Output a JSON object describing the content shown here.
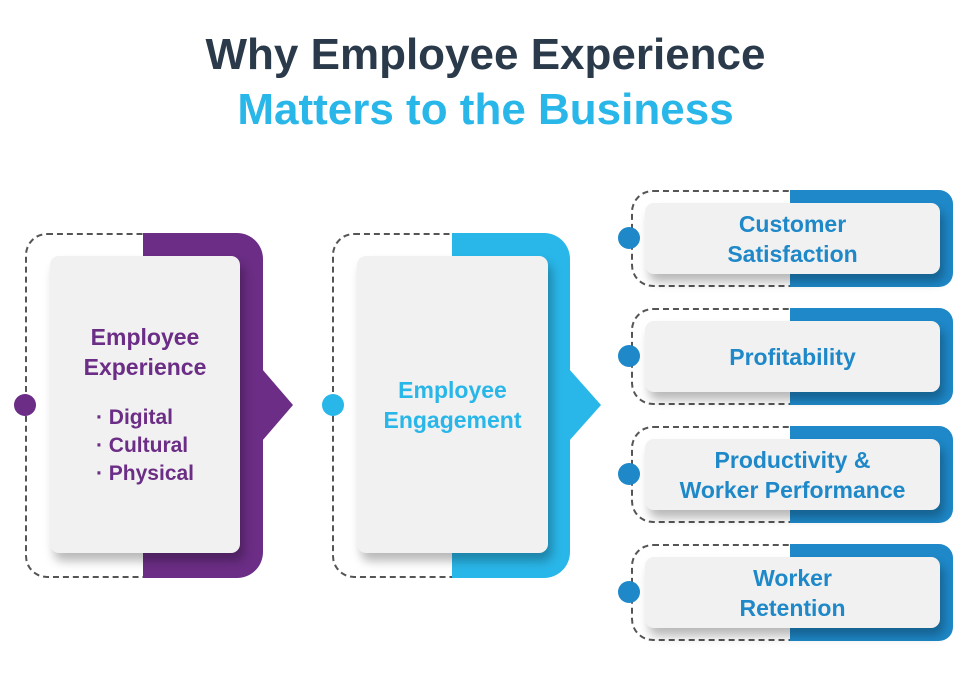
{
  "title": {
    "line1": "Why Employee Experience",
    "line2": "Matters to the Business"
  },
  "colors": {
    "dark": "#2a3a4a",
    "cyan": "#29b6e8",
    "purple": "#6b2d85",
    "blue": "#1e88c8"
  },
  "experience": {
    "title_1": "Employee",
    "title_2": "Experience",
    "items": [
      "· Digital",
      "· Cultural",
      "· Physical"
    ]
  },
  "engagement": {
    "title_1": "Employee",
    "title_2": "Engagement"
  },
  "outcomes": [
    {
      "l1": "Customer",
      "l2": "Satisfaction"
    },
    {
      "l1": "Profitability",
      "l2": ""
    },
    {
      "l1": "Productivity &",
      "l2": "Worker Performance"
    },
    {
      "l1": "Worker",
      "l2": "Retention"
    }
  ]
}
